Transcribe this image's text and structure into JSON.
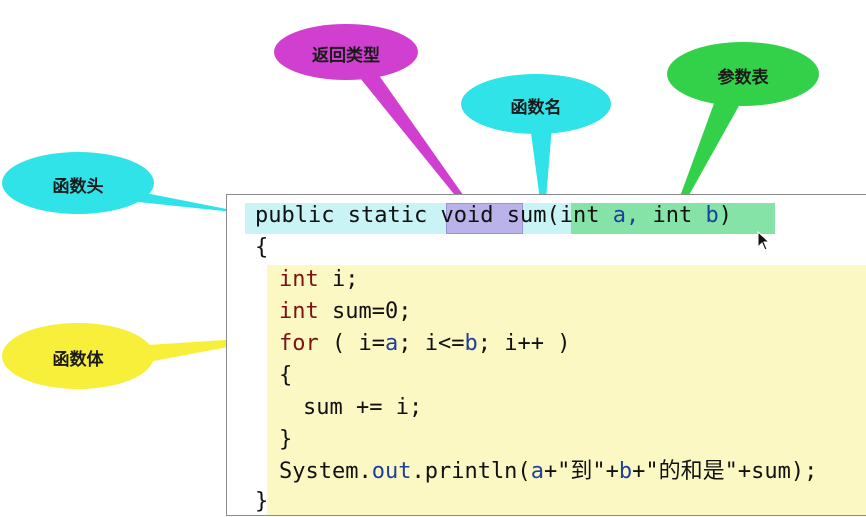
{
  "callouts": {
    "return_type": "返回类型",
    "func_name": "函数名",
    "param_list": "参数表",
    "func_head": "函数头",
    "func_body": "函数体"
  },
  "code": {
    "head": {
      "public": "public",
      "static": "static",
      "void": "void",
      "name": "sum",
      "open_paren": "(",
      "int1": "int",
      "a": "a,",
      "int2": "int",
      "b": "b",
      "close_paren": ")"
    },
    "open_brace": "{",
    "line_int_i": {
      "kw": "int",
      "rest": " i;"
    },
    "line_int_sum": {
      "kw": "int",
      "rest": " sum=0;"
    },
    "line_for": {
      "kw": "for",
      "p1": " ( i=",
      "a": "a",
      "p2": "; i<=",
      "b": "b",
      "p3": "; i++ )"
    },
    "inner_open": "{",
    "line_sum": "sum += i;",
    "inner_close": "}",
    "line_print": {
      "sys": "System.",
      "out": "out",
      "p1": ".println(",
      "a": "a",
      "p2": "+\"到\"+",
      "b": "b",
      "p3": "+\"的和是\"+sum);"
    },
    "close_brace": "}"
  },
  "colors": {
    "magenta": "#d13fd1",
    "cyan": "#2fe3e8",
    "green": "#33d14a",
    "yellow": "#f7ef3a",
    "head_highlight": "#c9f3f5",
    "void_highlight": "#b9b3ea",
    "param_highlight": "#86e3a8",
    "body_highlight": "#fbf8c4"
  }
}
